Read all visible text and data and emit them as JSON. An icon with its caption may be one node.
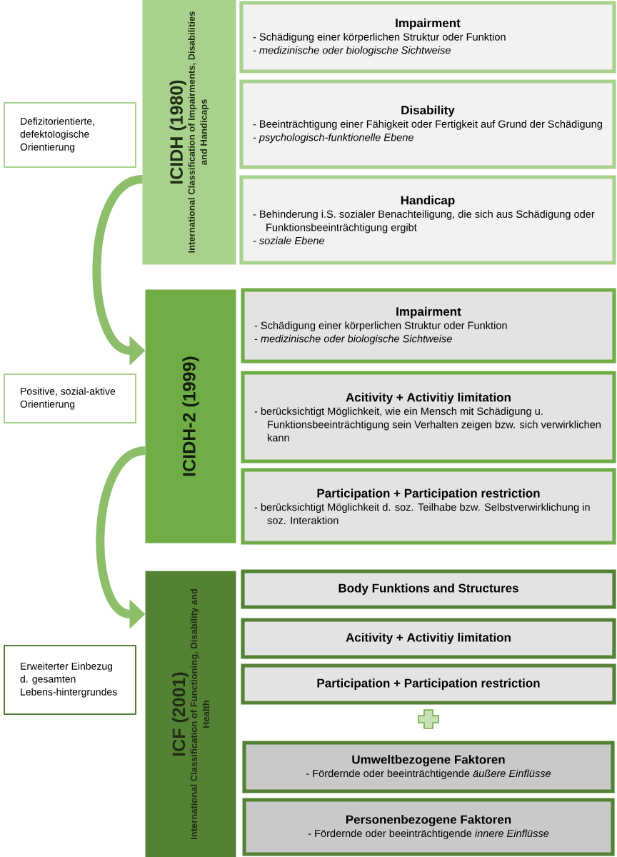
{
  "diagram": {
    "nodes": [
      {
        "text": [
          "Defizitorientierte, defektologische Orientierung"
        ]
      },
      {
        "text": [
          "ICIDH (1980)",
          "International Classification of Impairments, Disabilities and Handicaps"
        ]
      },
      {
        "text": [
          "Impairment",
          "- Schädigung einer körperlichen Struktur oder Funktion",
          "- *medizinische oder biologische Sichtweise*"
        ]
      },
      {
        "text": [
          "Disability",
          "- Beeinträchtigung einer Fähigkeit oder Fertigkeit auf Grund der Schädigung",
          "- *psychologisch-funktionelle Ebene*"
        ]
      },
      {
        "text": [
          "Handicap",
          "- Behinderung i.S. sozialer Benachteiligung, die sich aus Schädigung oder Funktionsbeeinträchtigung ergibt",
          "- *soziale Ebene*"
        ]
      },
      {
        "text": [
          "Positive, sozial-aktive Orientierung"
        ]
      },
      {
        "text": [
          "ICIDH-2 (1999)"
        ]
      },
      {
        "text": [
          "Impairment",
          "- Schädigung einer körperlichen Struktur oder Funktion",
          "- *medizinische oder biologische Sichtweise*"
        ]
      },
      {
        "text": [
          "Acitivity + Activitiy limitation",
          "- berücksichtigt Möglichkeit, wie ein Mensch mit Schädigung u. Funktionsbeeinträchtigung sein Verhalten zeigen bzw. sich verwirklichen kann"
        ]
      },
      {
        "text": [
          "Participation + Participation restriction",
          "- berücksichtigt Möglichkeit d. soz. Teilhabe bzw. Selbstverwirklichung in soz. Interaktion"
        ]
      },
      {
        "text": [
          "Erweiterter Einbezug d. gesamten Lebens-hintergrundes"
        ]
      },
      {
        "text": [
          "ICF (2001)",
          "International Classification of Functioning, Disability and Health"
        ]
      },
      {
        "text": [
          "Body Funktions and Structures"
        ]
      },
      {
        "text": [
          "Acitivity + Activitiy limitation"
        ]
      },
      {
        "text": [
          "Participation + Participation restriction"
        ]
      },
      {
        "text": [
          "Umweltbezogene Faktoren",
          "- Fördernde oder beeinträchtigende *äußere Einflüsse*"
        ]
      },
      {
        "text": [
          "Personenbezogene Faktoren",
          "- Fördernde oder beeinträchtigende *innere Einflüsse*"
        ]
      }
    ],
    "edges": [
      {
        "from": 1,
        "to": 6,
        "arrow": "to"
      },
      {
        "from": 6,
        "to": 11,
        "arrow": "to"
      }
    ]
  }
}
